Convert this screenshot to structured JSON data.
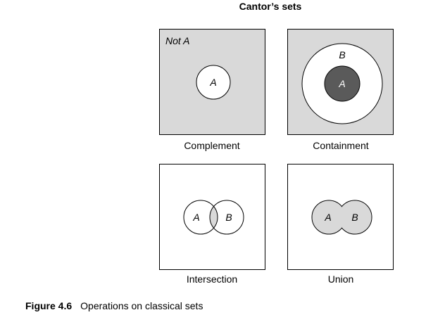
{
  "title": "Cantor’s sets",
  "panels": {
    "complement": {
      "caption": "Complement",
      "region_label": "Not A",
      "set_label": "A"
    },
    "containment": {
      "caption": "Containment",
      "outer_label": "B",
      "inner_label": "A"
    },
    "intersection": {
      "caption": "Intersection",
      "left_label": "A",
      "right_label": "B"
    },
    "union": {
      "caption": "Union",
      "left_label": "A",
      "right_label": "B"
    }
  },
  "figure": {
    "number": "Figure 4.6",
    "caption": "Operations on classical sets"
  },
  "colors": {
    "fill_light": "#d9d9d9",
    "fill_dark": "#5a5a5a",
    "stroke": "#000000",
    "background": "#ffffff"
  }
}
